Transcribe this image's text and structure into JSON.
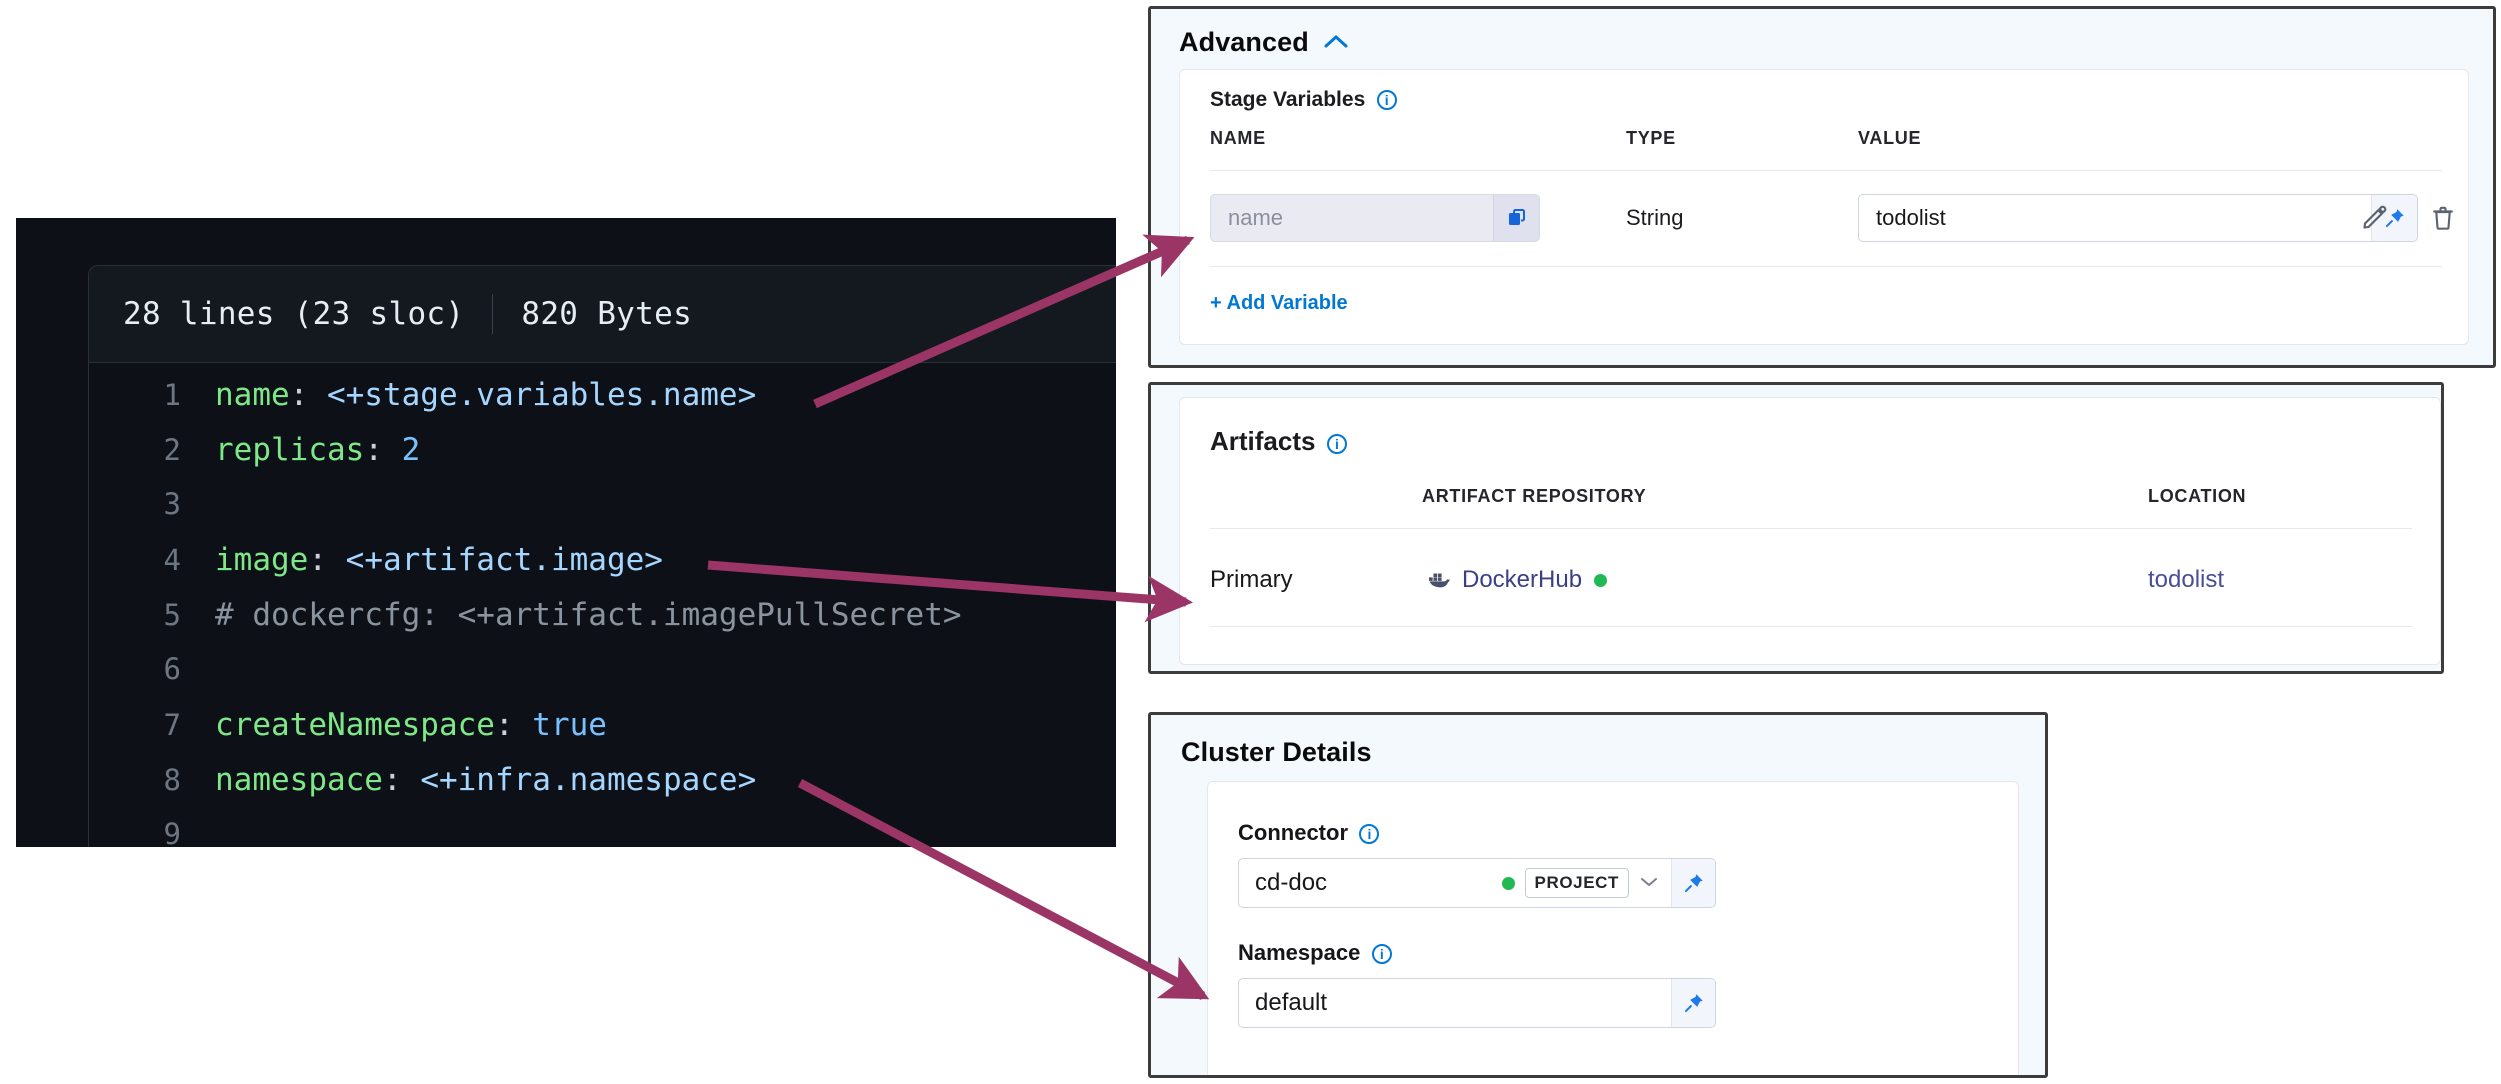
{
  "accent": {
    "arrow": "#9b3566",
    "link": "#0278d5",
    "green_status": "#20b953",
    "code_bg": "#0d1117"
  },
  "code_viewer": {
    "lines_label": "28 lines (23 sloc)",
    "size_label": "820 Bytes",
    "lines": [
      {
        "no": "1",
        "segments": [
          {
            "t": "name",
            "c": "key"
          },
          {
            "t": ": ",
            "c": "punct"
          },
          {
            "t": "<+stage.variables.name>",
            "c": "expr"
          }
        ]
      },
      {
        "no": "2",
        "segments": [
          {
            "t": "replicas",
            "c": "key"
          },
          {
            "t": ": ",
            "c": "punct"
          },
          {
            "t": "2",
            "c": "num"
          }
        ]
      },
      {
        "no": "3",
        "segments": []
      },
      {
        "no": "4",
        "segments": [
          {
            "t": "image",
            "c": "key"
          },
          {
            "t": ": ",
            "c": "punct"
          },
          {
            "t": "<+artifact.image>",
            "c": "expr"
          }
        ]
      },
      {
        "no": "5",
        "segments": [
          {
            "t": "# dockercfg: <+artifact.imagePullSecret>",
            "c": "comment"
          }
        ]
      },
      {
        "no": "6",
        "segments": []
      },
      {
        "no": "7",
        "segments": [
          {
            "t": "createNamespace",
            "c": "key"
          },
          {
            "t": ": ",
            "c": "punct"
          },
          {
            "t": "true",
            "c": "bool"
          }
        ]
      },
      {
        "no": "8",
        "segments": [
          {
            "t": "namespace",
            "c": "key"
          },
          {
            "t": ": ",
            "c": "punct"
          },
          {
            "t": "<+infra.namespace>",
            "c": "expr"
          }
        ]
      },
      {
        "no": "9",
        "segments": []
      }
    ]
  },
  "advanced_panel": {
    "title": "Advanced",
    "collapse_glyph": "⌃",
    "stage_variables": {
      "label": "Stage Variables",
      "columns": {
        "name": "NAME",
        "type": "TYPE",
        "value": "VALUE"
      },
      "rows": [
        {
          "name_placeholder": "name",
          "type": "String",
          "value": "todolist"
        }
      ],
      "add_variable_label": "+ Add Variable"
    }
  },
  "artifacts_panel": {
    "label": "Artifacts",
    "columns": {
      "name": "",
      "repository": "ARTIFACT REPOSITORY",
      "location": "LOCATION"
    },
    "rows": [
      {
        "name": "Primary",
        "repository": "DockerHub",
        "repository_status": "connected",
        "location": "todolist"
      }
    ]
  },
  "cluster_panel": {
    "title": "Cluster Details",
    "fields": [
      {
        "label": "Connector",
        "value": "cd-doc",
        "scope": "PROJECT",
        "has_scope": true,
        "has_caret": true
      },
      {
        "label": "Namespace",
        "value": "default",
        "has_scope": false,
        "has_caret": false
      }
    ]
  },
  "annotations": {
    "arrows": [
      {
        "from": "code-line-1-name",
        "to": "stage-variable-name-field"
      },
      {
        "from": "code-line-4-image",
        "to": "artifact-primary-row"
      },
      {
        "from": "code-line-8-namespace",
        "to": "cluster-namespace-field"
      }
    ]
  }
}
